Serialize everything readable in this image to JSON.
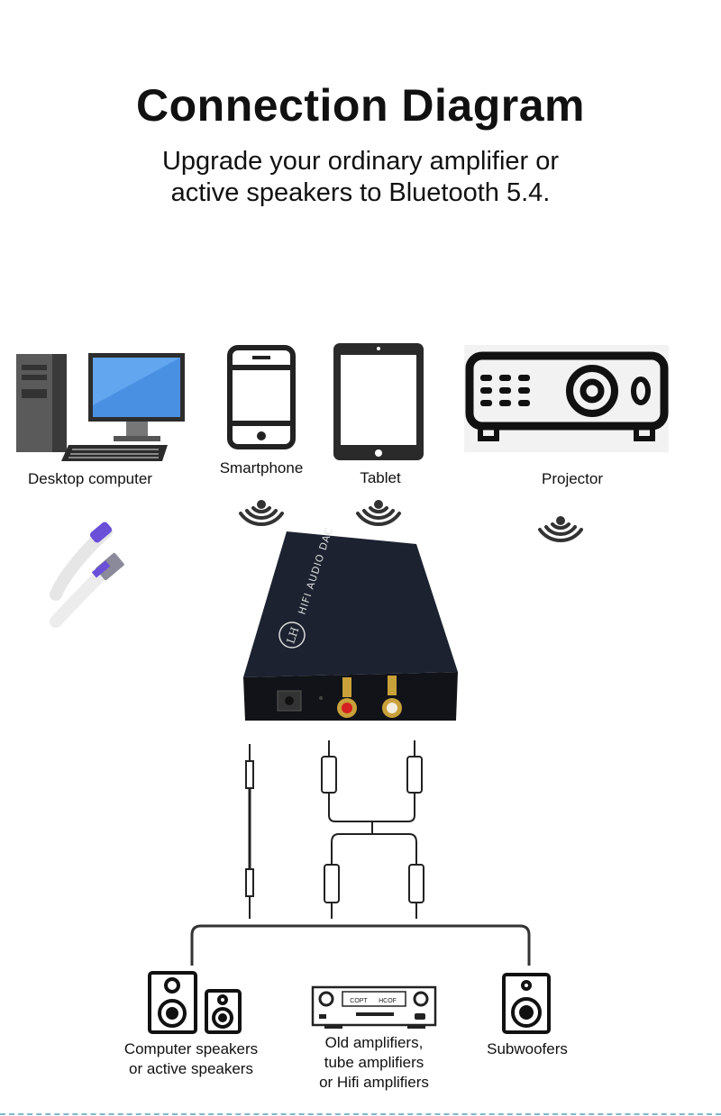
{
  "header": {
    "title": "Connection Diagram",
    "subtitle_line1": "Upgrade your ordinary amplifier or",
    "subtitle_line2": "active speakers to Bluetooth 5.4."
  },
  "sources": [
    {
      "label": "Desktop computer",
      "icon": "desktop-computer-icon"
    },
    {
      "label": "Smartphone",
      "icon": "smartphone-icon"
    },
    {
      "label": "Tablet",
      "icon": "tablet-icon"
    },
    {
      "label": "Projector",
      "icon": "projector-icon"
    }
  ],
  "device": {
    "brand": "LH",
    "model_text": "HIFI AUDIO DAC"
  },
  "outputs": [
    {
      "line1": "Computer speakers",
      "line2": "or active speakers"
    },
    {
      "line1": "Old amplifiers,",
      "line2": "tube amplifiers",
      "line3": "or Hifi amplifiers"
    },
    {
      "line1": "Subwoofers"
    }
  ],
  "amplifier_display": {
    "left": "COPT",
    "right": "HCOF"
  },
  "colors": {
    "monitor_screen": "#4a90e2",
    "dac_body": "#1c2230",
    "rca_red": "#d42020",
    "usb_purple": "#6a4fd8",
    "dash": "#7fb8cf"
  }
}
